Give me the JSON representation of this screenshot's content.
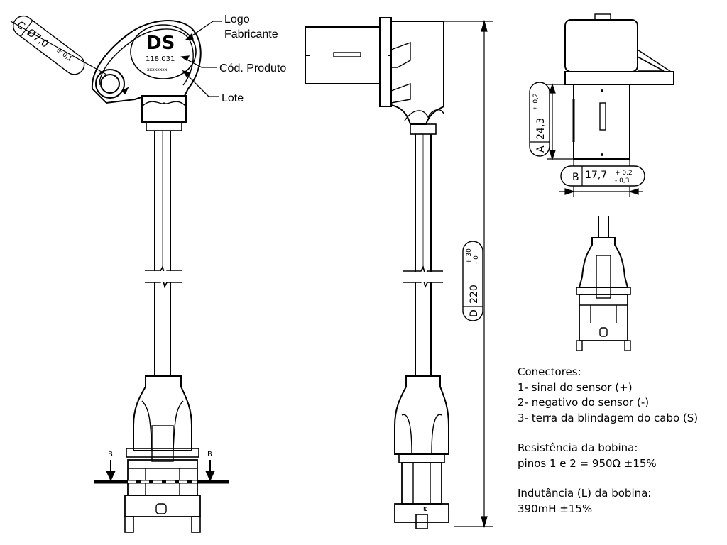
{
  "callouts": {
    "logo": [
      "Logo",
      "Fabricante"
    ],
    "product_code": "Cód. Produto",
    "lot": "Lote"
  },
  "part": {
    "brand": "DS",
    "code": "118.031",
    "lot_mark": "xxxxxxxx"
  },
  "dimensions": {
    "C": {
      "letter": "C",
      "value": "Ø7,0",
      "tolerance": "± 0,1"
    },
    "A": {
      "letter": "A",
      "value": "24,3",
      "tolerance": "± 0,2"
    },
    "B": {
      "letter": "B",
      "value": "17,7",
      "tol_plus": "+ 0,2",
      "tol_minus": "- 0,3"
    },
    "D": {
      "letter": "D",
      "value": "220",
      "tol_plus": "+ 30",
      "tol_minus": "- 0"
    }
  },
  "section_marks": {
    "left": "B",
    "right": "B"
  },
  "notes": {
    "connectors_title": "Conectores:",
    "connectors": [
      "1- sinal do sensor (+)",
      "2- negativo do sensor (-)",
      "3- terra da blindagem do cabo (S)"
    ],
    "resistance_title": "Resistência da bobina:",
    "resistance_value": "pinos 1 e 2 = 950Ω ±15%",
    "inductance_title": "Indutância (L) da bobina:",
    "inductance_value": "390mH ±15%"
  }
}
